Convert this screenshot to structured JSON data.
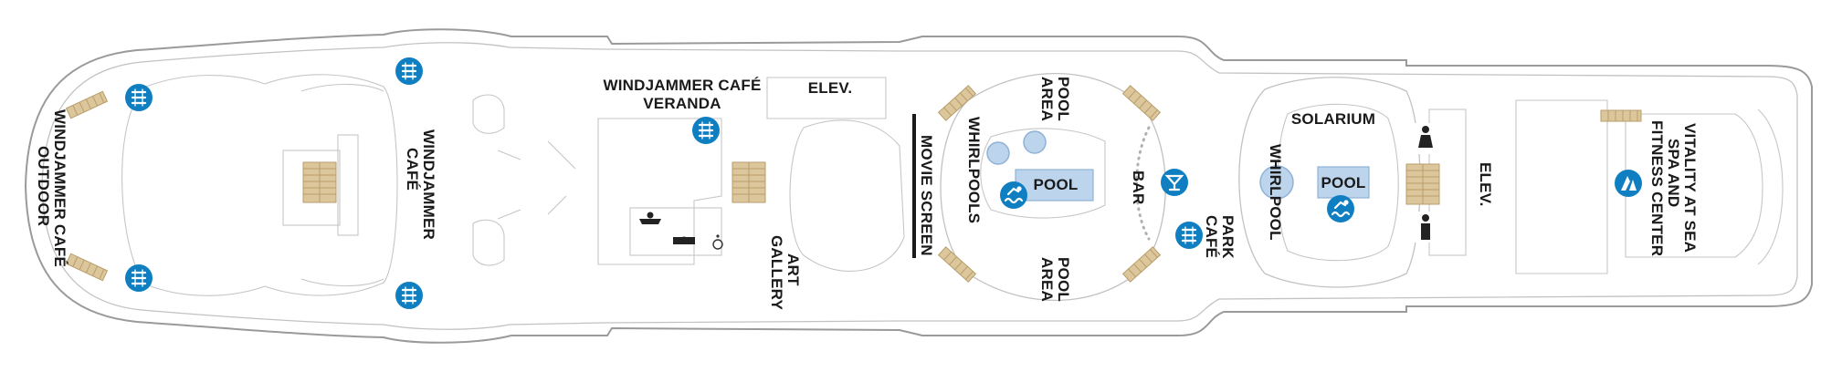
{
  "labels": {
    "windjammer_outdoor_1": "WINDJAMMER CAFÉ",
    "windjammer_outdoor_2": "OUTDOOR",
    "windjammer_cafe_1": "WINDJAMMER",
    "windjammer_cafe_2": "CAFÉ",
    "veranda_1": "WINDJAMMER CAFÉ",
    "veranda_2": "VERANDA",
    "elev_fwd": "ELEV.",
    "art_gallery_1": "ART",
    "art_gallery_2": "GALLERY",
    "movie_screen": "MOVIE SCREEN",
    "whirlpools": "WHIRLPOOLS",
    "pool_area_top_1": "POOL",
    "pool_area_top_2": "AREA",
    "pool_area_bottom_1": "POOL",
    "pool_area_bottom_2": "AREA",
    "pool_main": "POOL",
    "bar": "BAR",
    "park_cafe_1": "PARK",
    "park_cafe_2": "CAFÉ",
    "solarium": "SOLARIUM",
    "whirlpool": "WHIRLPOOL",
    "pool_solarium": "POOL",
    "elev_aft": "ELEV.",
    "spa_1": "VITALITY AT SEA",
    "spa_2": "SPA AND",
    "spa_3": "FITNESS CENTER"
  },
  "icons": {
    "dining": "dining-icon",
    "pool": "swimming-pool-icon",
    "bar": "cocktail-bar-icon",
    "spa": "spa-icon",
    "restroom_female": "female-restroom-icon",
    "restroom_male": "male-restroom-icon",
    "accessible": "accessible-icon"
  },
  "colors": {
    "icon_blue": "#0f7fc1",
    "pool_blue": "#bcd4ec",
    "stairs_tan": "#dcc79d",
    "outline_gray": "#9a9a9a"
  }
}
